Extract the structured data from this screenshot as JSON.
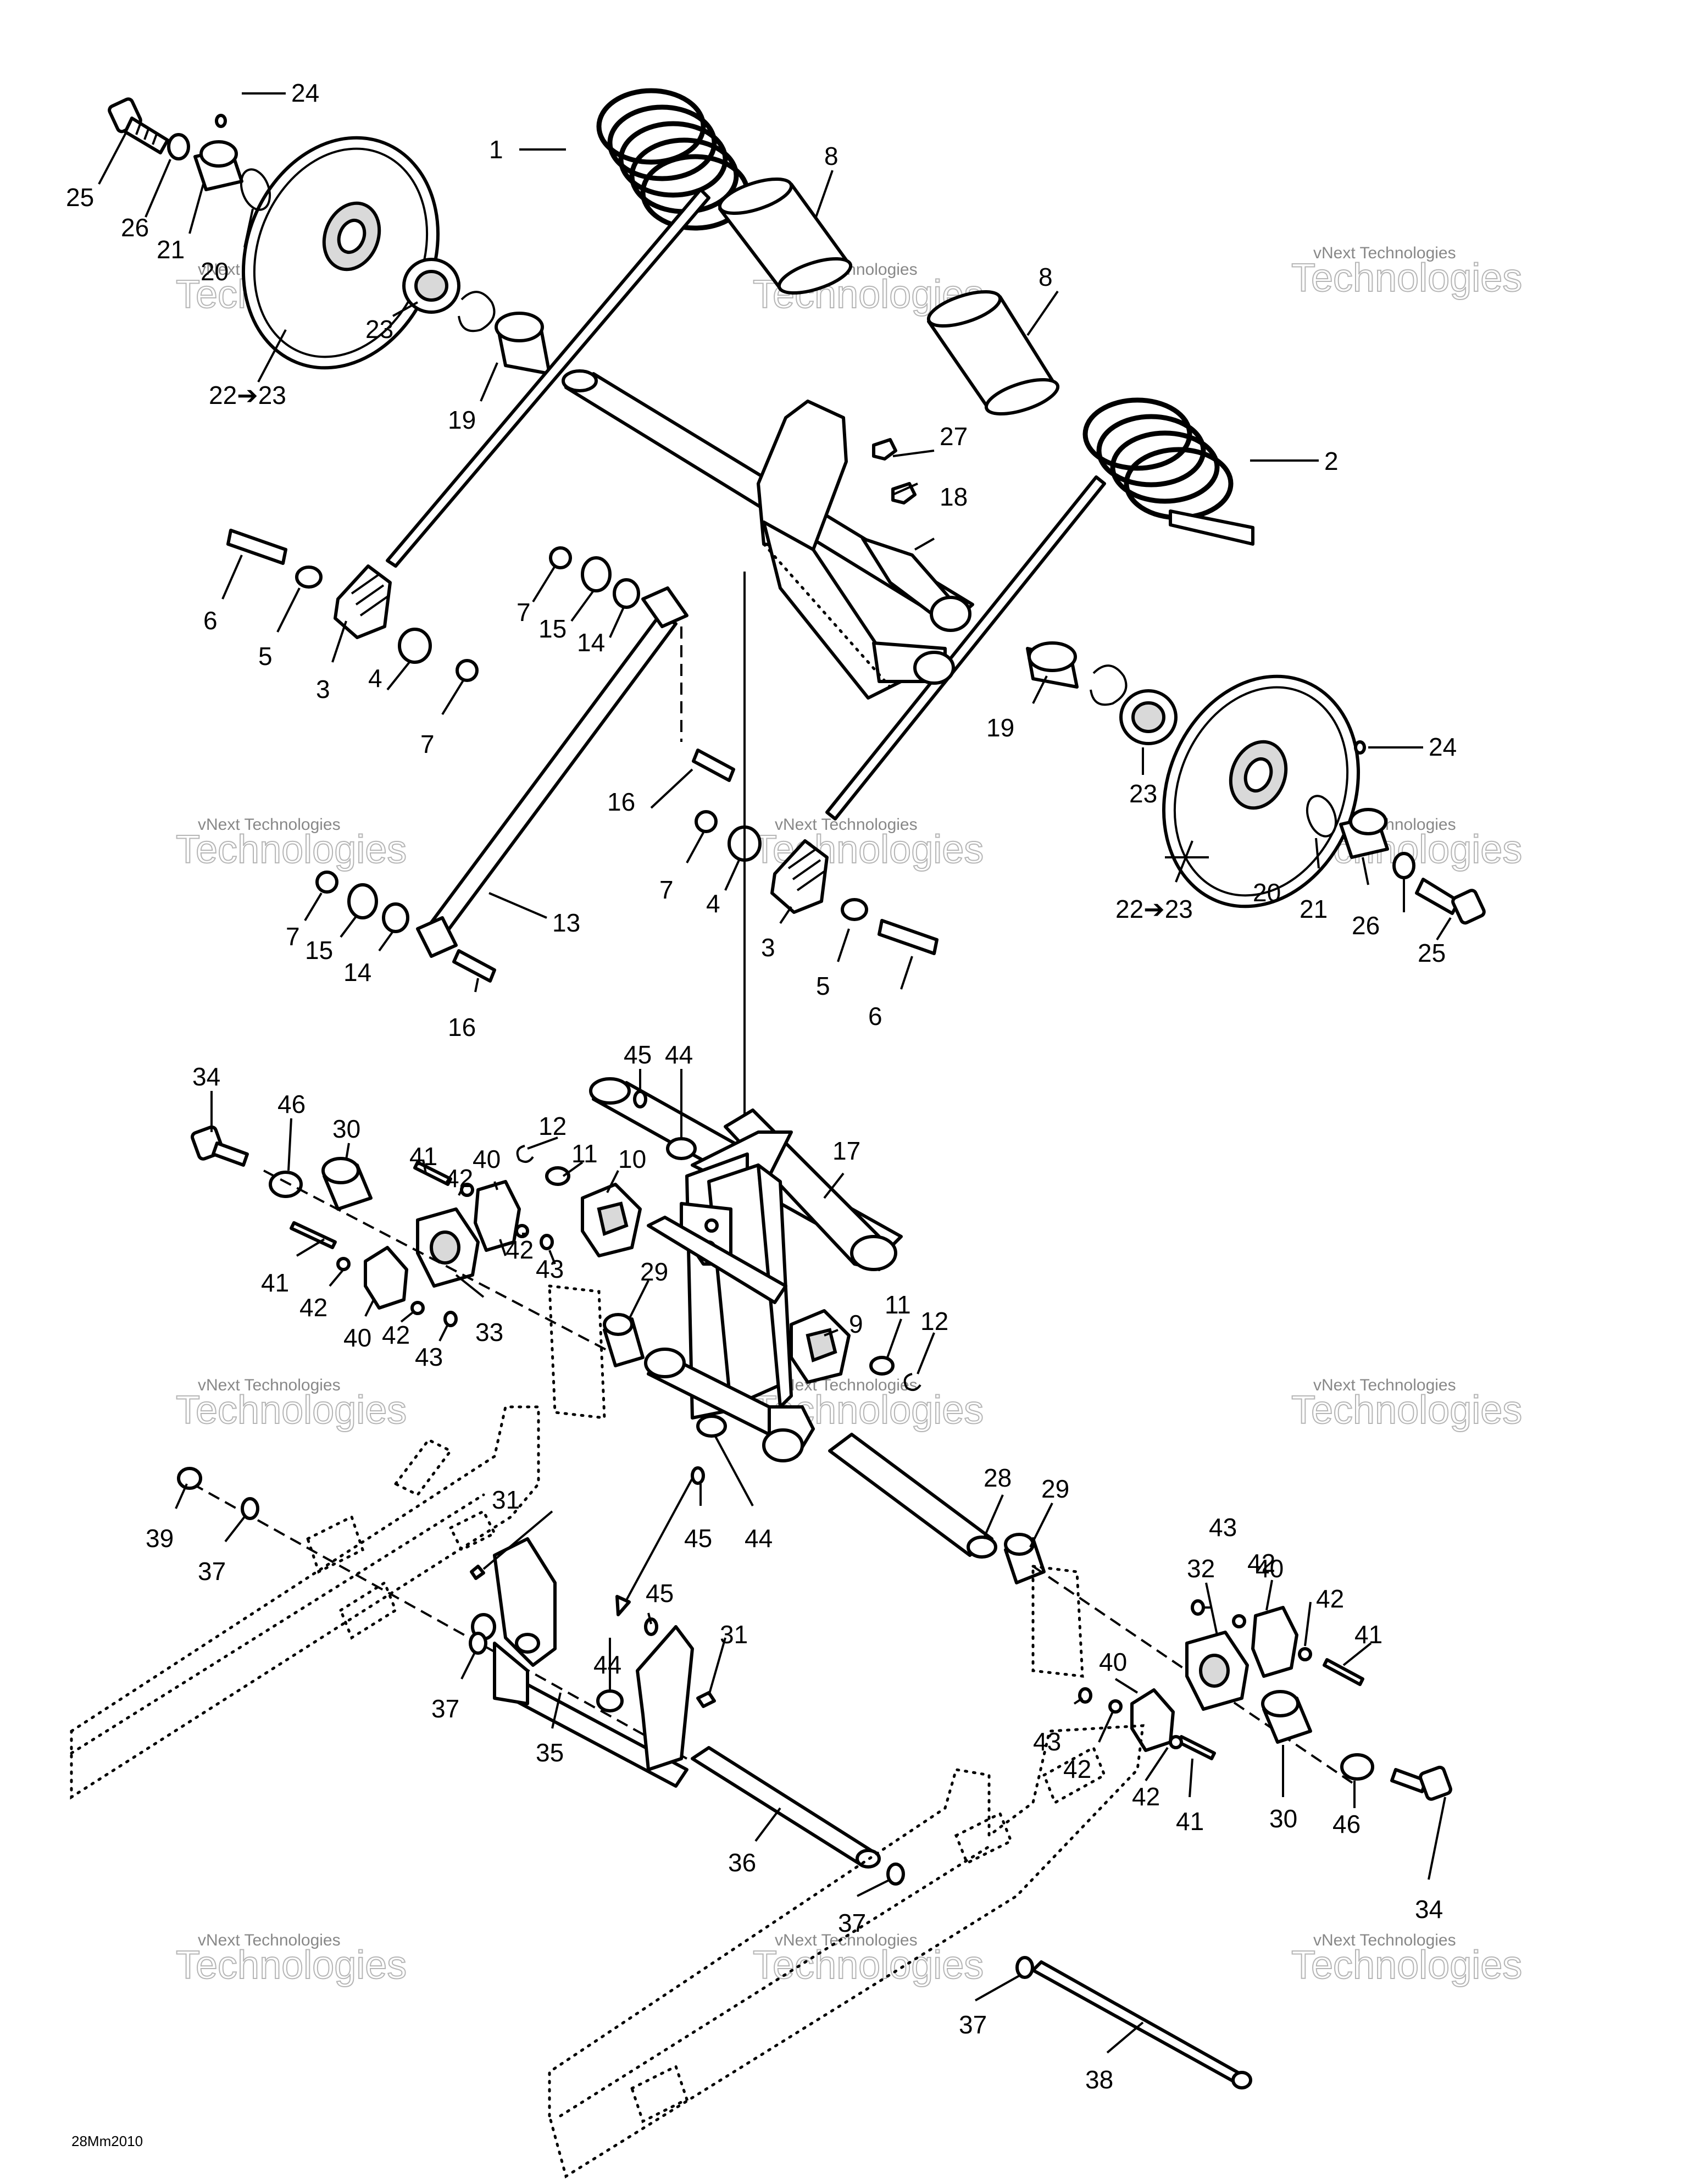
{
  "diagram_code": "28Mm2010",
  "watermark": {
    "line1": "vNext Technologies",
    "line2": "Technologies"
  },
  "callouts": [
    {
      "id": "c1",
      "text": "1"
    },
    {
      "id": "c2",
      "text": "2"
    },
    {
      "id": "c3a",
      "text": "3"
    },
    {
      "id": "c3b",
      "text": "3"
    },
    {
      "id": "c4a",
      "text": "4"
    },
    {
      "id": "c4b",
      "text": "4"
    },
    {
      "id": "c5a",
      "text": "5"
    },
    {
      "id": "c5b",
      "text": "5"
    },
    {
      "id": "c6a",
      "text": "6"
    },
    {
      "id": "c6b",
      "text": "6"
    },
    {
      "id": "c7a",
      "text": "7"
    },
    {
      "id": "c7b",
      "text": "7"
    },
    {
      "id": "c7c",
      "text": "7"
    },
    {
      "id": "c7d",
      "text": "7"
    },
    {
      "id": "c8a",
      "text": "8"
    },
    {
      "id": "c8b",
      "text": "8"
    },
    {
      "id": "c9",
      "text": "9"
    },
    {
      "id": "c10",
      "text": "10"
    },
    {
      "id": "c11a",
      "text": "11"
    },
    {
      "id": "c11b",
      "text": "11"
    },
    {
      "id": "c12a",
      "text": "12"
    },
    {
      "id": "c12b",
      "text": "12"
    },
    {
      "id": "c13",
      "text": "13"
    },
    {
      "id": "c14a",
      "text": "14"
    },
    {
      "id": "c14b",
      "text": "14"
    },
    {
      "id": "c15a",
      "text": "15"
    },
    {
      "id": "c15b",
      "text": "15"
    },
    {
      "id": "c16a",
      "text": "16"
    },
    {
      "id": "c16b",
      "text": "16"
    },
    {
      "id": "c17",
      "text": "17"
    },
    {
      "id": "c18",
      "text": "18"
    },
    {
      "id": "c19a",
      "text": "19"
    },
    {
      "id": "c19b",
      "text": "19"
    },
    {
      "id": "c20a",
      "text": "20"
    },
    {
      "id": "c20b",
      "text": "20"
    },
    {
      "id": "c21a",
      "text": "21"
    },
    {
      "id": "c21b",
      "text": "21"
    },
    {
      "id": "c2223a",
      "text": "22➔23"
    },
    {
      "id": "c2223b",
      "text": "22➔23"
    },
    {
      "id": "c23a",
      "text": "23"
    },
    {
      "id": "c23b",
      "text": "23"
    },
    {
      "id": "c24a",
      "text": "24"
    },
    {
      "id": "c24b",
      "text": "24"
    },
    {
      "id": "c25a",
      "text": "25"
    },
    {
      "id": "c25b",
      "text": "25"
    },
    {
      "id": "c26a",
      "text": "26"
    },
    {
      "id": "c26b",
      "text": "26"
    },
    {
      "id": "c27",
      "text": "27"
    },
    {
      "id": "c28",
      "text": "28"
    },
    {
      "id": "c29a",
      "text": "29"
    },
    {
      "id": "c29b",
      "text": "29"
    },
    {
      "id": "c30a",
      "text": "30"
    },
    {
      "id": "c30b",
      "text": "30"
    },
    {
      "id": "c31a",
      "text": "31"
    },
    {
      "id": "c31b",
      "text": "31"
    },
    {
      "id": "c32",
      "text": "32"
    },
    {
      "id": "c33",
      "text": "33"
    },
    {
      "id": "c34a",
      "text": "34"
    },
    {
      "id": "c34b",
      "text": "34"
    },
    {
      "id": "c35",
      "text": "35"
    },
    {
      "id": "c36",
      "text": "36"
    },
    {
      "id": "c37a",
      "text": "37"
    },
    {
      "id": "c37b",
      "text": "37"
    },
    {
      "id": "c37c",
      "text": "37"
    },
    {
      "id": "c37d",
      "text": "37"
    },
    {
      "id": "c38",
      "text": "38"
    },
    {
      "id": "c39",
      "text": "39"
    },
    {
      "id": "c40a",
      "text": "40"
    },
    {
      "id": "c40b",
      "text": "40"
    },
    {
      "id": "c40c",
      "text": "40"
    },
    {
      "id": "c40d",
      "text": "40"
    },
    {
      "id": "c41a",
      "text": "41"
    },
    {
      "id": "c41b",
      "text": "41"
    },
    {
      "id": "c41c",
      "text": "41"
    },
    {
      "id": "c41d",
      "text": "41"
    },
    {
      "id": "c42a",
      "text": "42"
    },
    {
      "id": "c42b",
      "text": "42"
    },
    {
      "id": "c42c",
      "text": "42"
    },
    {
      "id": "c42d",
      "text": "42"
    },
    {
      "id": "c42e",
      "text": "42"
    },
    {
      "id": "c42f",
      "text": "42"
    },
    {
      "id": "c42g",
      "text": "42"
    },
    {
      "id": "c42h",
      "text": "42"
    },
    {
      "id": "c43a",
      "text": "43"
    },
    {
      "id": "c43b",
      "text": "43"
    },
    {
      "id": "c43c",
      "text": "43"
    },
    {
      "id": "c43d",
      "text": "43"
    },
    {
      "id": "c44a",
      "text": "44"
    },
    {
      "id": "c44b",
      "text": "44"
    },
    {
      "id": "c44c",
      "text": "44"
    },
    {
      "id": "c45a",
      "text": "45"
    },
    {
      "id": "c45b",
      "text": "45"
    },
    {
      "id": "c45c",
      "text": "45"
    },
    {
      "id": "c46a",
      "text": "46"
    },
    {
      "id": "c46b",
      "text": "46"
    }
  ]
}
